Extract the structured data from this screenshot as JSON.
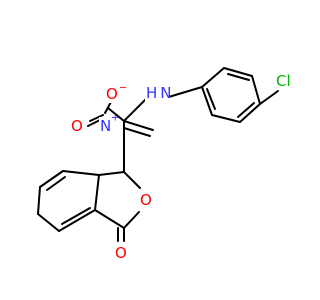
{
  "atoms": {
    "N_amine": {
      "label": "H N",
      "color": "#3333ff"
    },
    "Cl": {
      "label": "Cl",
      "color": "#00b400"
    },
    "N_nitro": {
      "label": "N",
      "color": "#3333ff",
      "charge": "+"
    },
    "O_minus": {
      "label": "O",
      "color": "#ff0000",
      "charge": "−"
    },
    "O_nitro": {
      "label": "O",
      "color": "#ff0000"
    },
    "O_ring": {
      "label": "O",
      "color": "#ff0000"
    },
    "O_carbonyl": {
      "label": "O",
      "color": "#ff0000"
    }
  }
}
